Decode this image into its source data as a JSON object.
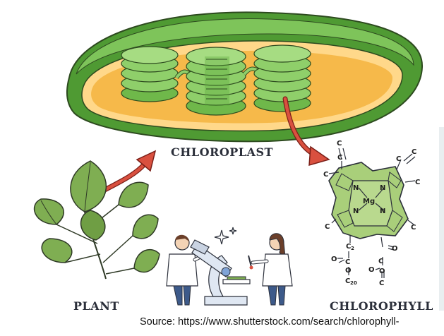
{
  "labels": {
    "chloroplast": "CHLOROPLAST",
    "plant": "PLANT",
    "chlorophyll": "CHLOROPHYLL"
  },
  "source": "Source: https://www.shutterstock.com/search/chlorophyll-",
  "molecule": {
    "center": "Mg",
    "nitrogen": [
      "N",
      "N",
      "N",
      "N"
    ],
    "carbon": "C",
    "oxygen": "O",
    "sub2": "2",
    "sub20": "20"
  },
  "colors": {
    "leaf": "#7fae52",
    "chloroplast_outer": "#5aa63a",
    "stroma": "#f6b94a",
    "thylakoid": "#8fcf6a",
    "arrow": "#c0392b",
    "molecule": "#a9cf7a"
  }
}
